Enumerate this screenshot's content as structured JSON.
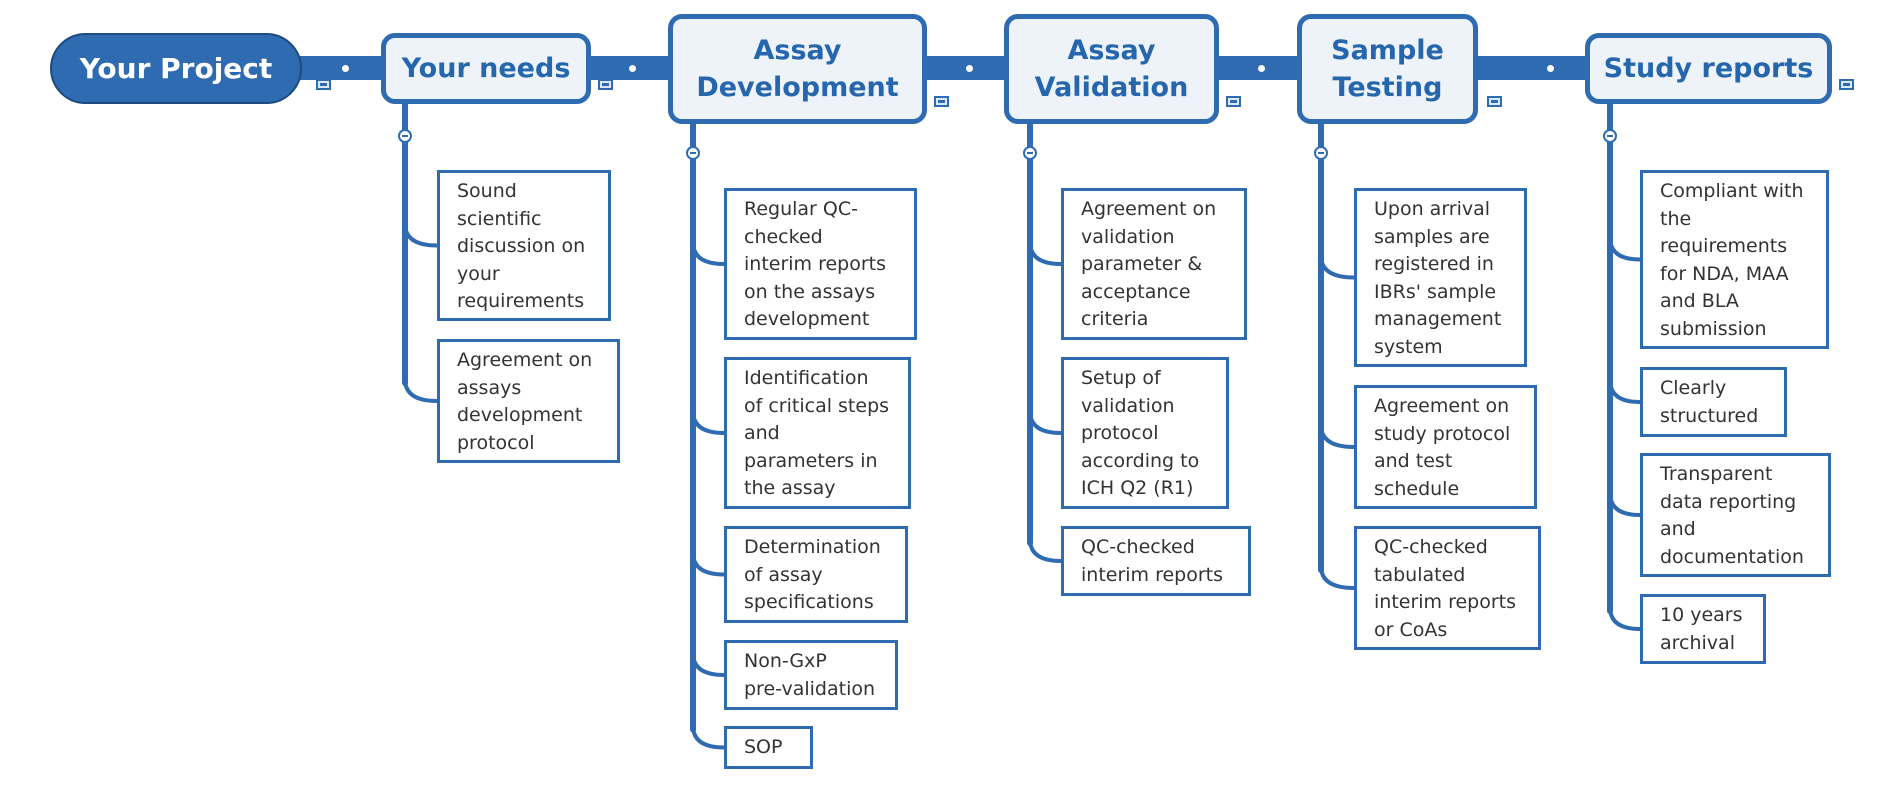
{
  "root": {
    "label": "Your Project"
  },
  "phases": [
    {
      "title": "Your needs",
      "items": [
        "Sound\nscientific\ndiscussion on\nyour\nrequirements",
        "Agreement on\nassays\ndevelopment\nprotocol"
      ]
    },
    {
      "title": "Assay\nDevelopment",
      "items": [
        "Regular QC-\nchecked\ninterim reports\non the assays\ndevelopment",
        "Identification\nof critical steps\nand\nparameters in\nthe assay",
        "Determination\nof assay\nspecifications",
        "Non-GxP\npre-validation",
        "SOP"
      ]
    },
    {
      "title": "Assay\nValidation",
      "items": [
        "Agreement on\nvalidation\nparameter &\nacceptance\ncriteria",
        "Setup of\nvalidation\nprotocol\naccording to\nICH Q2 (R1)",
        "QC-checked\ninterim reports"
      ]
    },
    {
      "title": "Sample\nTesting",
      "items": [
        "Upon arrival\nsamples are\nregistered in\nIBRs' sample\nmanagement\nsystem",
        "Agreement on\nstudy protocol\nand test\nschedule",
        "QC-checked\ntabulated\ninterim reports\nor CoAs"
      ]
    },
    {
      "title": "Study reports",
      "items": [
        "Compliant with\nthe\nrequirements\nfor NDA, MAA\nand BLA\nsubmission",
        "Clearly\nstructured",
        "Transparent\ndata reporting\nand\ndocumentation",
        "10 years\narchival"
      ]
    }
  ],
  "colors": {
    "primary": "#2f6bb0",
    "phase_fill": "#eef3fa",
    "text": "#333333"
  },
  "icons": {
    "note": "note-icon",
    "collapse": "collapse-icon"
  }
}
